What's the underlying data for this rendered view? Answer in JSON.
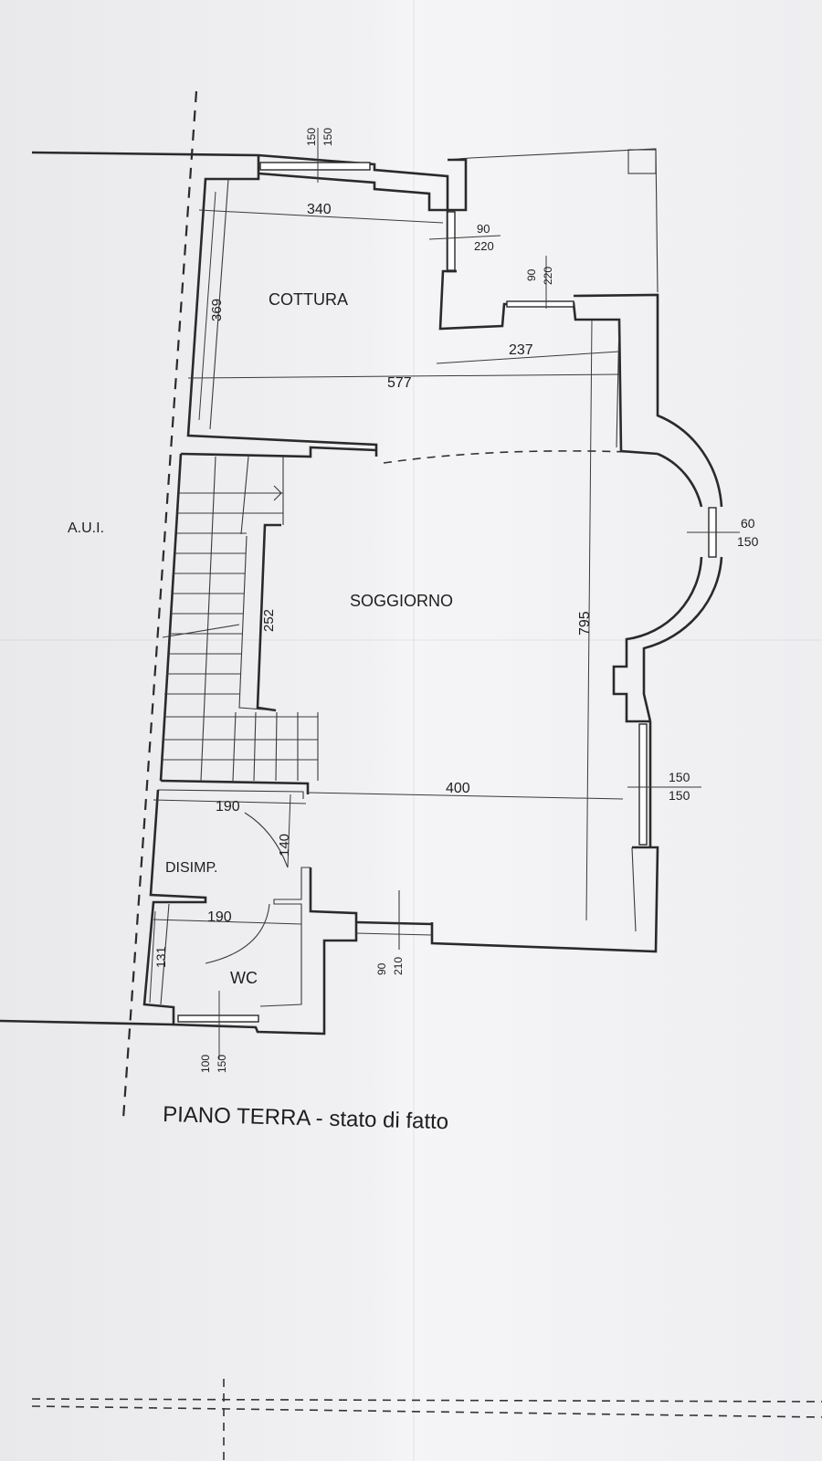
{
  "rooms": {
    "cottura": "COTTURA",
    "soggiorno": "SOGGIORNO",
    "disimp": "DISIMP.",
    "wc": "WC",
    "aui": "A.U.I."
  },
  "dimensions": {
    "cottura_width": "340",
    "cottura_height": "369",
    "total_width": "577",
    "soggiorno_top": "237",
    "stair_length": "252",
    "soggiorno_height": "795",
    "soggiorno_width": "400",
    "disimp_width": "190",
    "disimp_height": "140",
    "wc_width": "190",
    "wc_height": "131"
  },
  "openings": {
    "top_window": {
      "w": "150",
      "h": "150"
    },
    "kitchen_door": {
      "w": "90",
      "h": "220"
    },
    "terrace_door": {
      "w": "90",
      "h": "220"
    },
    "bay_window": {
      "w": "60",
      "h": "150"
    },
    "right_window": {
      "w": "150",
      "h": "150"
    },
    "entrance_door": {
      "w": "90",
      "h": "210"
    },
    "wc_window": {
      "w": "100",
      "h": "150"
    }
  },
  "caption": "PIANO TERRA - stato di fatto"
}
